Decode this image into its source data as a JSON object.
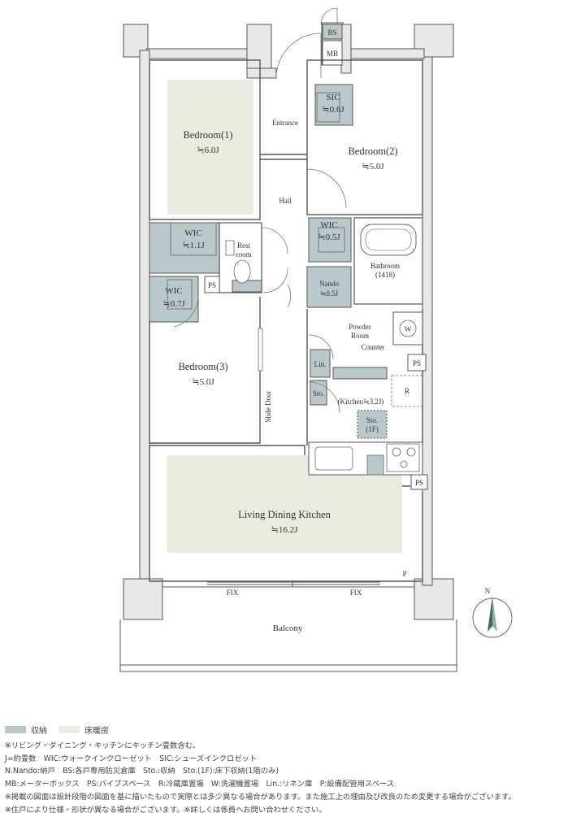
{
  "colors": {
    "storage": "#b9c9cb",
    "floor_heating": "#ecebdf",
    "wall": "#e8e8e8",
    "wall_stroke": "#555555",
    "line": "#666666",
    "north_arrow": "#3e6b5e"
  },
  "rooms": {
    "bedroom1_name": "Bedroom(1)",
    "bedroom1_size": "≒6.0J",
    "bedroom2_name": "Bedroom(2)",
    "bedroom2_size": "≒5.0J",
    "bedroom3_name": "Bedroom(3)",
    "bedroom3_size": "≒5.0J",
    "ldk_name": "Living Dining Kitchen",
    "ldk_size": "≒16.2J",
    "entrance": "Entrance",
    "hall": "Hall",
    "sic_name": "SIC",
    "sic_size": "≒0.6J",
    "wic1_name": "WIC",
    "wic1_size": "≒1.1J",
    "wic2_name": "WIC",
    "wic2_size": "≒0.7J",
    "wic3_name": "WIC",
    "wic3_size": "≒0.5J",
    "restroom_line1": "Rest",
    "restroom_line2": "room",
    "bathroom_name": "Bathroom",
    "bathroom_size": "(1418)",
    "nando_name": "Nando",
    "nando_size": "≒0.5J",
    "powder_line1": "Powder",
    "powder_line2": "Room",
    "counter": "Counter",
    "kitchen": "(Kitchen≒3.2J)",
    "sto1f_line1": "Sto.",
    "sto1f_line2": "(1F)",
    "lin": "Lin.",
    "sto": "Sto.",
    "ps": "PS",
    "bs": "BS",
    "mb": "MB",
    "w": "W",
    "r": "R",
    "p": "P",
    "fix": "FIX",
    "slide_door": "Slide Door",
    "balcony": "Balcony",
    "north": "N"
  },
  "legend": {
    "storage_label": "収納",
    "floor_heating_label": "床暖房"
  },
  "notes": [
    "※リビング・ダイニング・キッチンにキッチン畳数含む。",
    "J=約畳数　WIC:ウォークインクローゼット　SIC:シューズインクロゼット",
    "N.Nando:納戸　BS:各戸専用防災倉庫　Sto.:収納　Sto.(1F):床下収納(1階のみ)",
    "MB:メーターボックス　PS:パイプスペース　R:冷蔵庫置場　W:洗濯機置場　Lin.:リネン庫　P:設備配管用スペース",
    "※掲載の図面は設計段階の図面を基に描いたもので実際とは多少異なる場合があります。また施工上の理由及び改良のため変更する場合がございます。",
    "※住戸により仕様・形状が異なる場合がございます。※詳しくは係員へお問い合わせください。"
  ]
}
